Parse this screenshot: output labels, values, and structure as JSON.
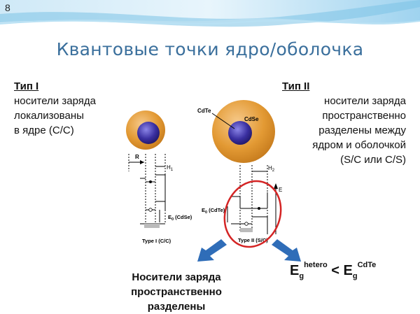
{
  "slide_number": "8",
  "title": "Квантовые точки ядро/оболочка",
  "type1": {
    "heading": "Тип I",
    "lines": [
      "носители заряда",
      "локализованы",
      "в ядре (C/C)"
    ]
  },
  "type2": {
    "heading": "Тип II",
    "lines": [
      "носители заряда",
      "пространственно",
      "разделены между",
      "ядром и оболочкой",
      "(S/C или C/S)"
    ]
  },
  "diagram": {
    "type1_labels": {
      "r": "R",
      "h": "H",
      "h_sub": "1",
      "e_main": "E",
      "e_sub": "0",
      "e_rest": "(CdSe)",
      "caption": "Type I (C/C)"
    },
    "type2_labels": {
      "cdte": "CdTe",
      "cdse": "CdSe",
      "h": "H",
      "h_sub": "2",
      "e_axis": "E",
      "e_main": "E",
      "e_sub": "0",
      "e_rest": "(CdTe)",
      "caption": "Type II (S/C)"
    },
    "colors": {
      "shell": "#e39a34",
      "core": "#3a2fa0",
      "ring": "#d42424",
      "arrow": "#2f6db8"
    }
  },
  "conclusion_lines": [
    "Носители заряда",
    "пространственно",
    "разделены"
  ],
  "formula": {
    "e1": "E",
    "sub1": "g",
    "sup1": "hetero",
    "lt": "<",
    "e2": "E",
    "sub2": "g",
    "sup2": "CdTe"
  }
}
